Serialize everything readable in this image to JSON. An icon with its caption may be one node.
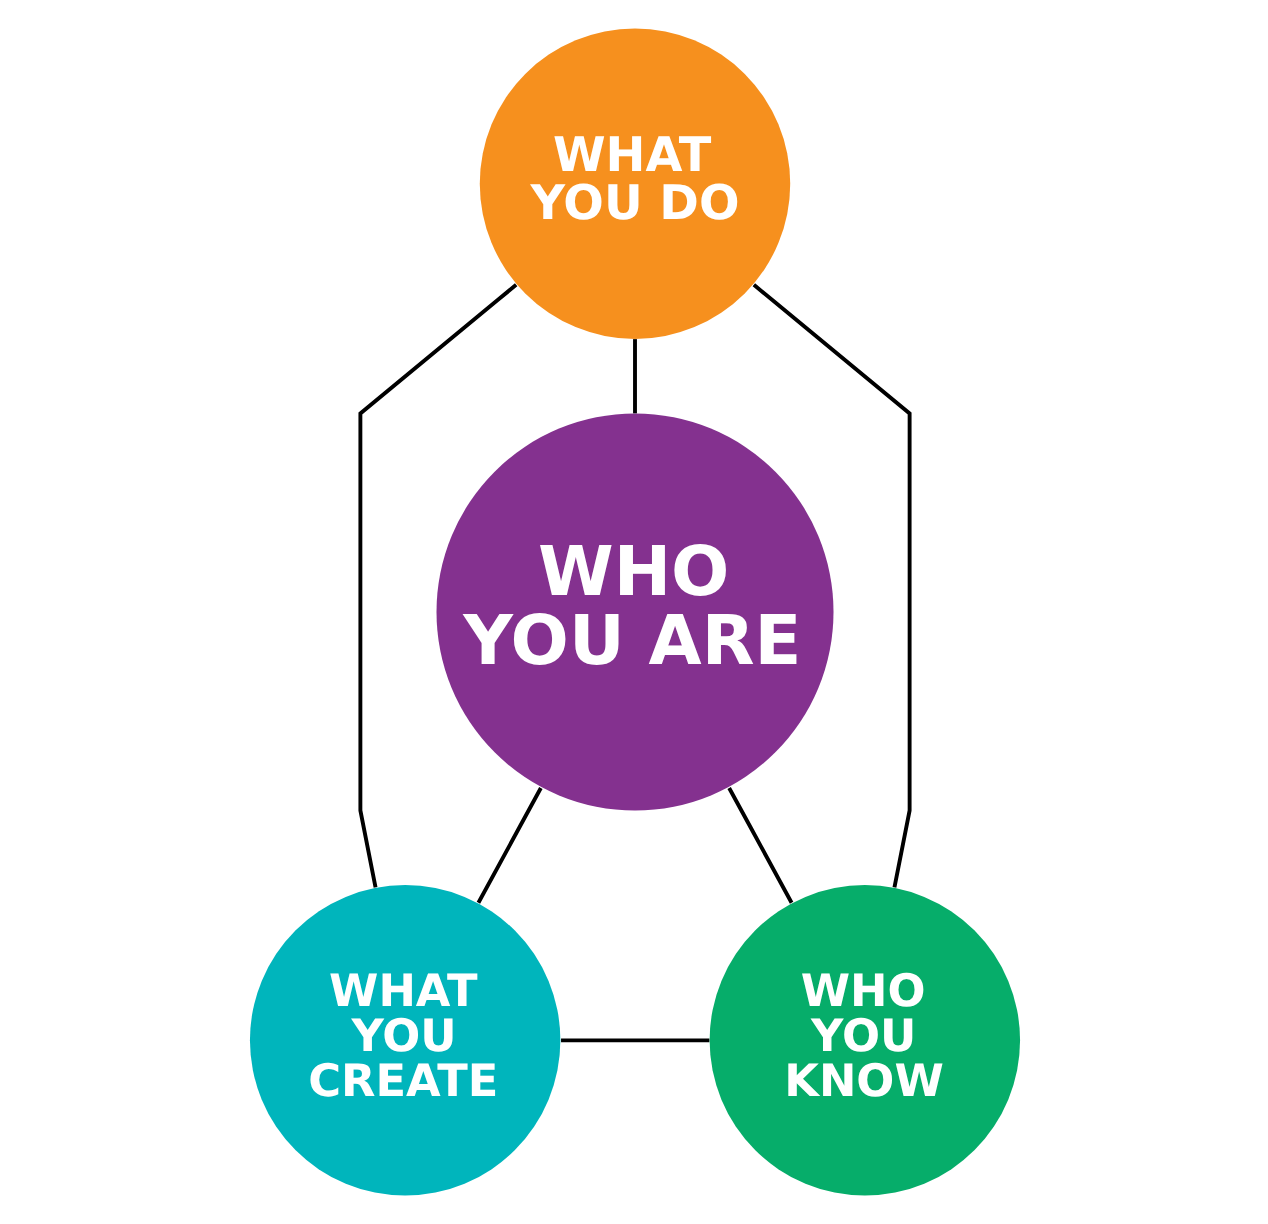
{
  "diagram": {
    "nodes": [
      {
        "text": [
          "WHAT YOU DO"
        ]
      },
      {
        "text": [
          "WHO YOU ARE"
        ]
      },
      {
        "text": [
          "WHAT YOU CREATE"
        ]
      },
      {
        "text": [
          "WHO YOU KNOW"
        ]
      }
    ],
    "edges": [
      {
        "from": 0,
        "to": 1,
        "arrow": "none"
      },
      {
        "from": 0,
        "to": 2,
        "arrow": "none"
      },
      {
        "from": 0,
        "to": 3,
        "arrow": "none"
      },
      {
        "from": 1,
        "to": 2,
        "arrow": "none"
      },
      {
        "from": 1,
        "to": 3,
        "arrow": "none"
      },
      {
        "from": 2,
        "to": 3,
        "arrow": "none"
      }
    ]
  }
}
